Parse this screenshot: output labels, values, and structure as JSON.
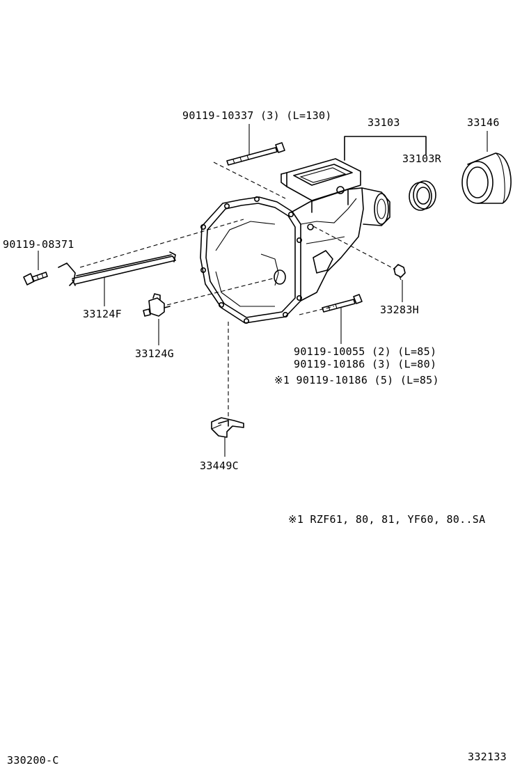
{
  "parts": {
    "bolt_top": "90119-10337 (3) (L=130)",
    "group_33103": "33103",
    "part_33146": "33146",
    "seal_33103R": "33103R",
    "bolt_left": "90119-08371",
    "rod_33124F": "33124F",
    "plug_33283H": "33283H",
    "sensor_33124G": "33124G",
    "bolts_right_1": "90119-10055 (2) (L=85)",
    "bolts_right_2": "90119-10186 (3) (L=80)",
    "bolts_right_3": "※1 90119-10186 (5) (L=85)",
    "clamp_33449C": "33449C"
  },
  "footnote": "※1 RZF61, 80, 81, YF60, 80..SA",
  "footer": {
    "left_code": "330200-C",
    "right_code": "332133"
  }
}
